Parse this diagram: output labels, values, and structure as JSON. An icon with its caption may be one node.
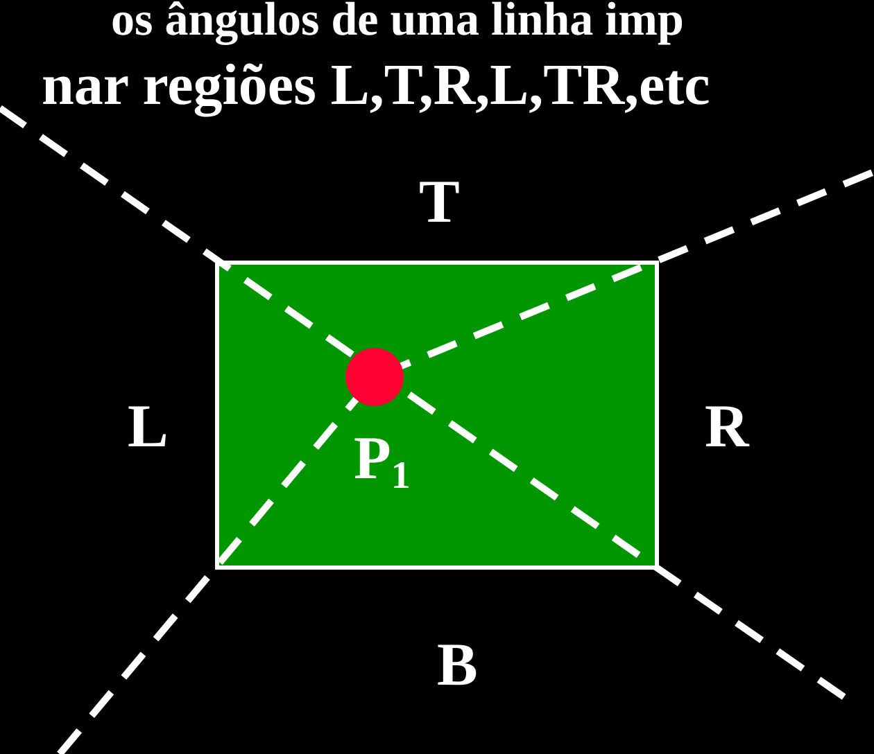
{
  "diagram": {
    "nodes": [
      {
        "text": [],
        "shape": "box"
      },
      {
        "text": [],
        "shape": "circle",
        "in": 0,
        "beside": [
          "P$_{1}$"
        ]
      }
    ],
    "labels": [
      "os ângulos de uma linha imp",
      "nar regiões L,T,R,L,TR,etc",
      "T",
      "L",
      "R",
      "B"
    ]
  }
}
